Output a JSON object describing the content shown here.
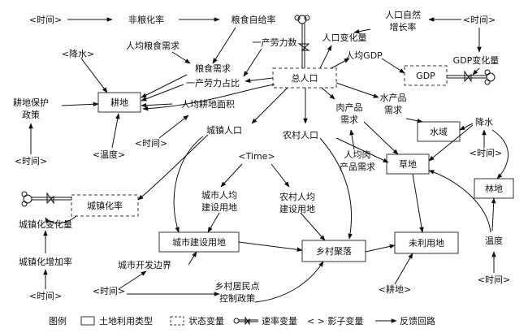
{
  "nodes": [
    {
      "id": "time_tl",
      "text": "<时间>",
      "kind": "shadow"
    },
    {
      "id": "nongrain_rate",
      "text": "非粮化率",
      "kind": "var"
    },
    {
      "id": "grain_selfsuff",
      "text": "粮食自给率",
      "kind": "var"
    },
    {
      "id": "pc_grain_demand",
      "text": "人均粮食需求",
      "kind": "var"
    },
    {
      "id": "primary_labor",
      "text": "一产劳力数",
      "kind": "var"
    },
    {
      "id": "grain_demand",
      "text": "粮食需求",
      "kind": "var"
    },
    {
      "id": "primary_labor_ratio",
      "text": "一产劳力占比",
      "kind": "var"
    },
    {
      "id": "precip_shadow",
      "text": "<降水>",
      "kind": "shadow"
    },
    {
      "id": "cropland",
      "text": "耕地",
      "kind": "land"
    },
    {
      "id": "pc_cropland",
      "text": "人均耕地面积",
      "kind": "var"
    },
    {
      "id": "cropland_policy_1",
      "text": "耕地保护",
      "kind": "var"
    },
    {
      "id": "cropland_policy_2",
      "text": "政策",
      "kind": "var"
    },
    {
      "id": "temp_shadow",
      "text": "<温度>",
      "kind": "shadow"
    },
    {
      "id": "time_mid",
      "text": "<时间>",
      "kind": "shadow"
    },
    {
      "id": "time_left",
      "text": "<时间>",
      "kind": "shadow"
    },
    {
      "id": "total_pop",
      "text": "总人口",
      "kind": "state"
    },
    {
      "id": "pop_change",
      "text": "人口变化量",
      "kind": "var"
    },
    {
      "id": "nat_growth_1",
      "text": "人口自然",
      "kind": "var"
    },
    {
      "id": "nat_growth_2",
      "text": "增长率",
      "kind": "var"
    },
    {
      "id": "time_tr",
      "text": "<时间>",
      "kind": "shadow"
    },
    {
      "id": "pc_gdp",
      "text": "人均GDP",
      "kind": "var"
    },
    {
      "id": "gdp_change",
      "text": "GDP变化量",
      "kind": "var"
    },
    {
      "id": "gdp",
      "text": "GDP",
      "kind": "state"
    },
    {
      "id": "meat_demand_1",
      "text": "肉产品",
      "kind": "var"
    },
    {
      "id": "meat_demand_2",
      "text": "需求",
      "kind": "var"
    },
    {
      "id": "aqua_demand_1",
      "text": "水产品",
      "kind": "var"
    },
    {
      "id": "aqua_demand_2",
      "text": "需求",
      "kind": "var"
    },
    {
      "id": "water",
      "text": "水域",
      "kind": "land"
    },
    {
      "id": "precip",
      "text": "降水",
      "kind": "var"
    },
    {
      "id": "time_r",
      "text": "<时间>",
      "kind": "shadow"
    },
    {
      "id": "urban_pop",
      "text": "城镇人口",
      "kind": "var"
    },
    {
      "id": "rural_pop",
      "text": "农村人口",
      "kind": "var"
    },
    {
      "id": "pc_meat_1",
      "text": "人均肉",
      "kind": "var"
    },
    {
      "id": "pc_meat_2",
      "text": "产品需求",
      "kind": "var"
    },
    {
      "id": "grassland",
      "text": "草地",
      "kind": "land"
    },
    {
      "id": "forest",
      "text": "林地",
      "kind": "land"
    },
    {
      "id": "time_shadow",
      "text": "<Time>",
      "kind": "shadow"
    },
    {
      "id": "urbanization",
      "text": "城镇化率",
      "kind": "state"
    },
    {
      "id": "urban_pc_land_1",
      "text": "城市人均",
      "kind": "var"
    },
    {
      "id": "urban_pc_land_2",
      "text": "建设用地",
      "kind": "var"
    },
    {
      "id": "rural_pc_land_1",
      "text": "农村人均",
      "kind": "var"
    },
    {
      "id": "rural_pc_land_2",
      "text": "建设用地",
      "kind": "var"
    },
    {
      "id": "urb_change",
      "text": "城镇化变化量",
      "kind": "var"
    },
    {
      "id": "urb_increase",
      "text": "城镇化增加率",
      "kind": "var"
    },
    {
      "id": "urban_constr",
      "text": "城市建设用地",
      "kind": "land"
    },
    {
      "id": "rural_settle",
      "text": "乡村聚落",
      "kind": "land"
    },
    {
      "id": "unused",
      "text": "未利用地",
      "kind": "land"
    },
    {
      "id": "temp",
      "text": "温度",
      "kind": "var"
    },
    {
      "id": "urban_boundary",
      "text": "城市开发边界",
      "kind": "var"
    },
    {
      "id": "time_bl",
      "text": "<时间>",
      "kind": "shadow"
    },
    {
      "id": "time_bl2",
      "text": "<时间>",
      "kind": "shadow"
    },
    {
      "id": "rural_policy_1",
      "text": "乡村居民点",
      "kind": "var"
    },
    {
      "id": "rural_policy_2",
      "text": "控制政策",
      "kind": "var"
    },
    {
      "id": "cropland_shadow",
      "text": "<耕地>",
      "kind": "shadow"
    },
    {
      "id": "time_br",
      "text": "<时间>",
      "kind": "shadow"
    }
  ],
  "legend": {
    "title": "图例",
    "land_use": "土地利用类型",
    "state_var": "状态变量",
    "rate_var": "速率变量",
    "shadow_var": "< > 影子变量",
    "feedback": "反馈回路"
  }
}
